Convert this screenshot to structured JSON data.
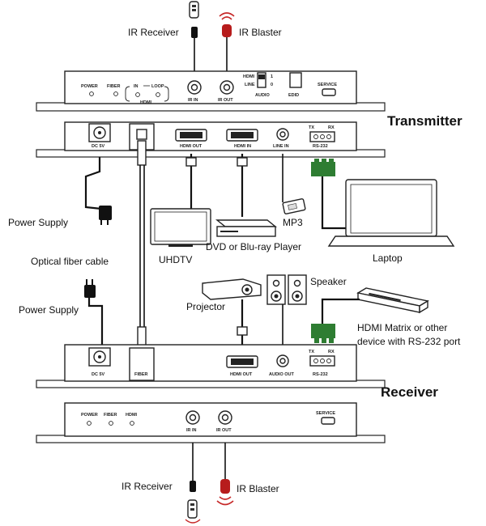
{
  "transmitter": {
    "title": "Transmitter",
    "front": {
      "power": "POWER",
      "fiber": "FIBER",
      "in": "IN",
      "loop": "LOOP",
      "hdmi": "HDMI",
      "ir_in": "IR IN",
      "ir_out": "IR OUT",
      "hdmi_sw": "HDMI",
      "line_sw": "LINE",
      "sw_1": "1",
      "sw_0": "0",
      "audio": "AUDIO",
      "edid": "EDID",
      "service": "SERVICE"
    },
    "rear": {
      "dc5v": "DC 5V",
      "hdmi_out": "HDMI OUT",
      "hdmi_in": "HDMI IN",
      "line_in": "LINE IN",
      "tx": "TX",
      "rx": "RX",
      "rs232": "RS-232"
    }
  },
  "receiver": {
    "title": "Receiver",
    "rear": {
      "dc5v": "DC 5V",
      "fiber": "FIBER",
      "hdmi_out": "HDMI OUT",
      "audio_out": "AUDIO OUT",
      "tx": "TX",
      "rx": "RX",
      "rs232": "RS-232"
    },
    "front": {
      "power": "POWER",
      "fiber": "FIBER",
      "hdmi": "HDMI",
      "ir_in": "IR IN",
      "ir_out": "IR OUT",
      "service": "SERVICE"
    }
  },
  "labels": {
    "ir_receiver_top": "IR Receiver",
    "ir_blaster_top": "IR Blaster",
    "power_supply_1": "Power Supply",
    "optical_fiber": "Optical fiber cable",
    "power_supply_2": "Power Supply",
    "uhdtv": "UHDTV",
    "dvd": "DVD or Blu-ray Player",
    "mp3": "MP3",
    "laptop": "Laptop",
    "projector": "Projector",
    "speaker": "Speaker",
    "matrix_line1": "HDMI Matrix or other",
    "matrix_line2": "device with RS-232 port",
    "ir_receiver_bottom": "IR Receiver",
    "ir_blaster_bottom": "IR Blaster"
  },
  "icons": [
    "ir-remote-icon",
    "ir-blaster-icon",
    "power-adapter-icon",
    "tv-icon",
    "bluray-player-icon",
    "mp3-player-icon",
    "laptop-icon",
    "projector-icon",
    "speaker-icon",
    "hdmi-matrix-icon"
  ]
}
